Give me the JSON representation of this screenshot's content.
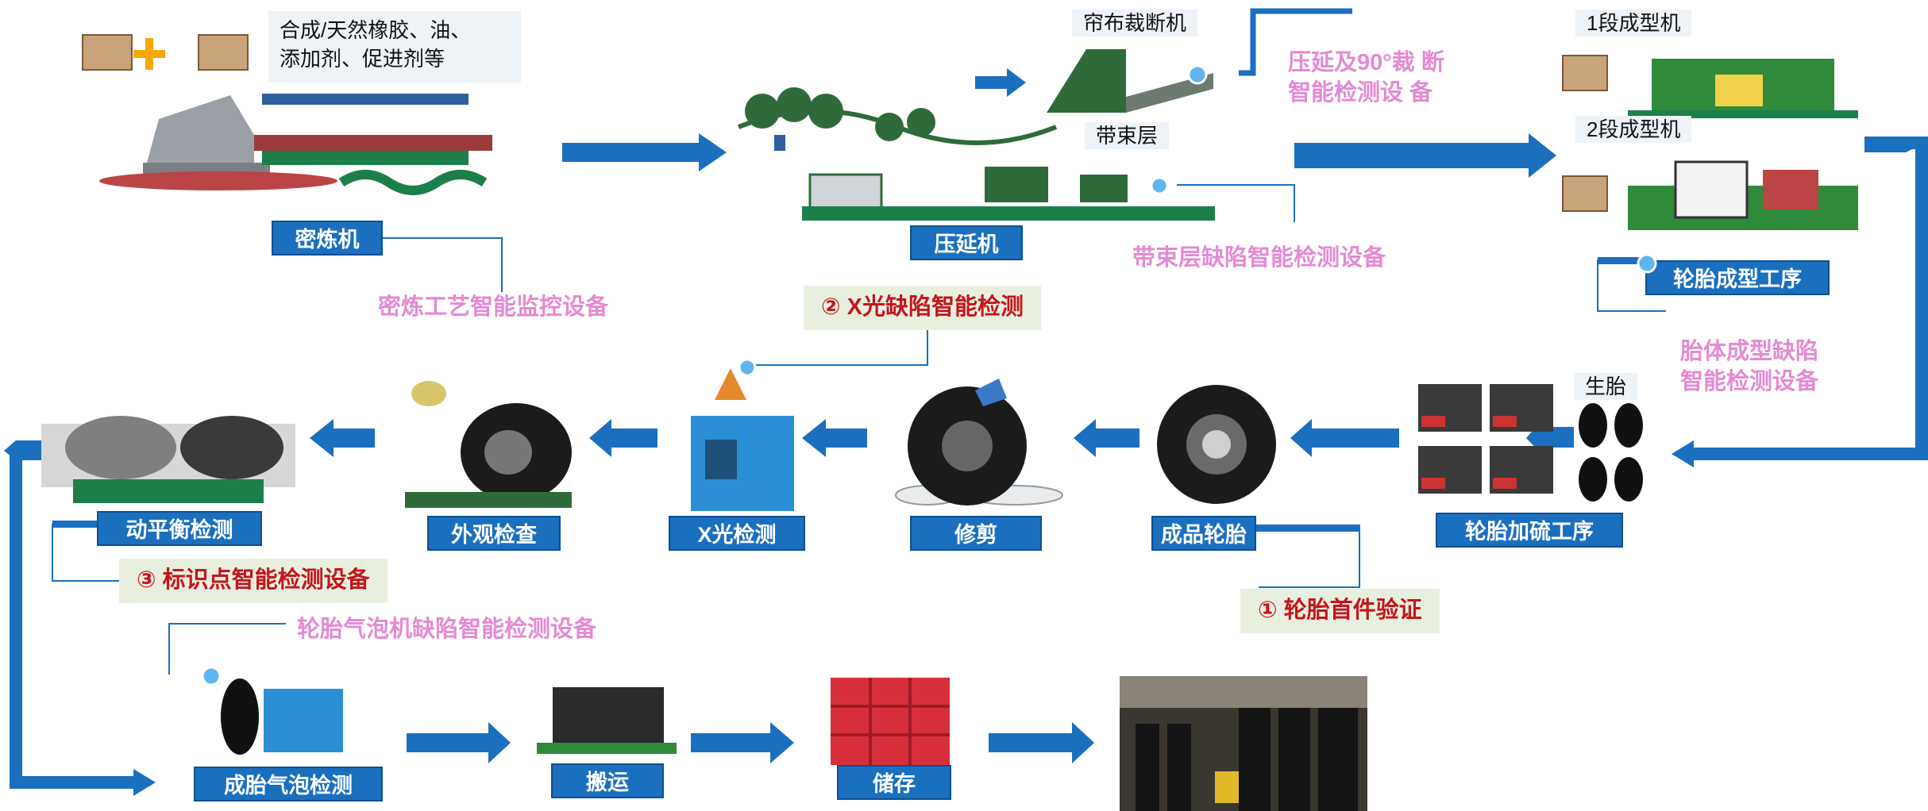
{
  "materials_label": "合成/天然橡胶、油、\n添加剂、促进剂等",
  "top_row": {
    "mixer": "密炼机",
    "mixer_monitor": "密炼工艺智能监控设备",
    "cord_cutter": "帘布裁断机",
    "belt_layer": "带束层",
    "calender": "压延机",
    "calender_cut_detect_line1": "压延及90°裁  断",
    "calender_cut_detect_line2": "智能检测设 备",
    "belt_defect_detect": "带束层缺陷智能检测设备",
    "stage1_builder": "1段成型机",
    "stage2_builder": "2段成型机",
    "tire_building": "轮胎成型工序",
    "carcass_detect_line1": "胎体成型缺陷",
    "carcass_detect_line2": "智能检测设备"
  },
  "middle_row": {
    "green_tire": "生胎",
    "curing": "轮胎加硫工序",
    "finished_tire": "成品轮胎",
    "first_article": "① 轮胎首件验证",
    "trimming": "修剪",
    "xray": "X光检测",
    "xray_defect": "② X光缺陷智能检测",
    "visual_check": "外观检查",
    "dynamic_balance": "动平衡检测",
    "marking_detect": "③ 标识点智能检测设备"
  },
  "bottom_row": {
    "bubble_detect_device": "轮胎气泡机缺陷智能检测设备",
    "bubble_test": "成胎气泡检测",
    "transport": "搬运",
    "storage": "储存"
  },
  "colors": {
    "accent_blue": "#1a6fbf",
    "pink_text": "#e48ad3",
    "callout_red": "#c3161c",
    "callout_bg": "#e9efdf"
  }
}
